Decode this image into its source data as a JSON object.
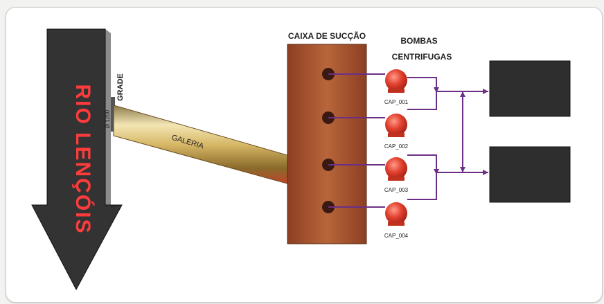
{
  "river": {
    "label": "RIO LENÇÓIS",
    "color": "#333333",
    "text_color": "#ff3b3b"
  },
  "grade": {
    "label": "GRADE",
    "sublabel": "Ø 1200"
  },
  "galeria": {
    "label": "GALERIA"
  },
  "caixa": {
    "label": "CAIXA DE SUCÇÃO",
    "color": "#a85a33"
  },
  "bombas": {
    "title_line1": "BOMBAS",
    "title_line2": "CENTRIFUGAS",
    "color": "#d43a2a",
    "items": [
      {
        "id": "CAP_001"
      },
      {
        "id": "CAP_002"
      },
      {
        "id": "CAP_003"
      },
      {
        "id": "CAP_004"
      }
    ]
  },
  "pipe_color": "#6b2f86",
  "reservoir_color": "#2e2e2e"
}
